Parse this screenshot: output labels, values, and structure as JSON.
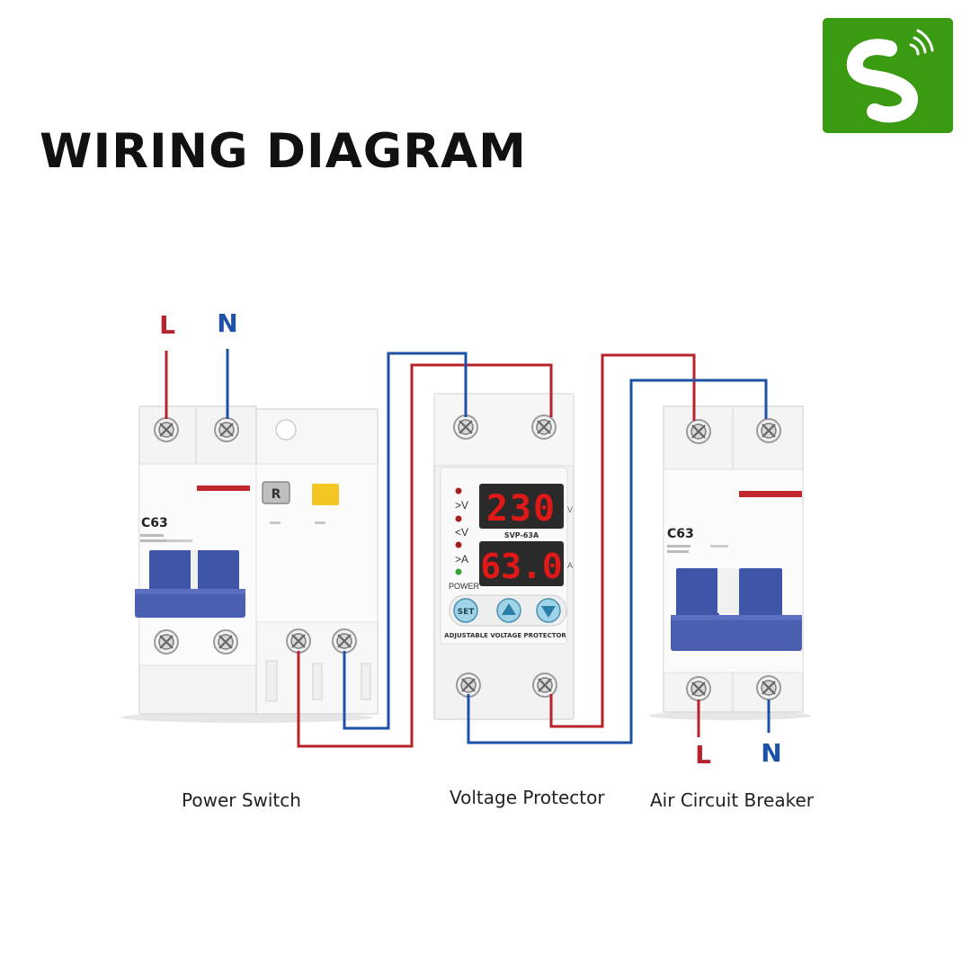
{
  "title": "WIRING DIAGRAM",
  "logo": {
    "icon": "smart-s-wireless-logo",
    "color": "#3a9a12"
  },
  "inputs": {
    "line": "L",
    "neutral": "N"
  },
  "outputs": {
    "line": "L",
    "neutral": "N"
  },
  "colors": {
    "line": "#b8222a",
    "neutral": "#1d52a8",
    "handle": "#3f55a8",
    "display": "#e01818"
  },
  "power_switch": {
    "caption": "Power Switch",
    "rating": "C63",
    "reset_label": "R"
  },
  "voltage_protector": {
    "caption": "Voltage Protector",
    "model": "SVP-63A",
    "indicators": [
      ">V",
      "<V",
      ">A",
      "POWER"
    ],
    "display_voltage": "230",
    "display_current": "63.0",
    "unit_voltage": "V",
    "unit_current": "A",
    "buttons": {
      "set": "SET",
      "up": "up-arrow-icon",
      "down": "down-arrow-icon"
    },
    "footer": "ADJUSTABLE VOLTAGE PROTECTOR"
  },
  "air_circuit_breaker": {
    "caption": "Air Circuit Breaker",
    "rating": "C63"
  }
}
